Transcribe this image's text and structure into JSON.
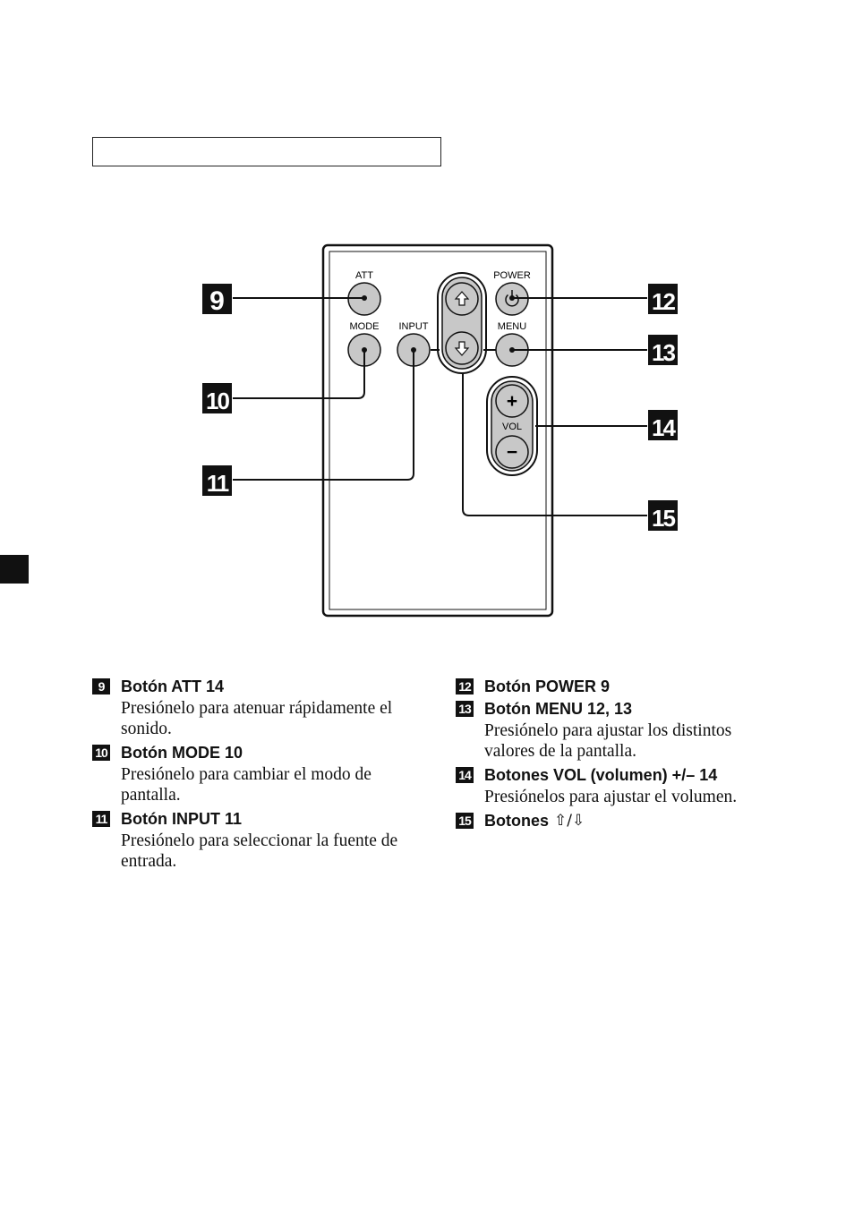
{
  "top_box": {
    "text": ""
  },
  "remote": {
    "labels": {
      "att": "ATT",
      "mode": "MODE",
      "input": "INPUT",
      "power": "POWER",
      "menu": "MENU",
      "vol": "VOL",
      "vol_plus": "+",
      "vol_minus": "−"
    }
  },
  "callouts": {
    "n9": "9",
    "n10": "10",
    "n11": "11",
    "n12": "12",
    "n13": "13",
    "n14": "14",
    "n15": "15"
  },
  "left_column": {
    "items": [
      {
        "num": "9",
        "title": "Botón ATT 14",
        "desc": "Presiónelo para atenuar rápidamente el sonido."
      },
      {
        "num": "10",
        "title": "Botón MODE 10",
        "desc": "Presiónelo para cambiar el modo de pantalla."
      },
      {
        "num": "11",
        "title": "Botón INPUT 11",
        "desc": "Presiónelo para seleccionar la fuente de entrada."
      }
    ]
  },
  "right_column": {
    "items": [
      {
        "num": "12",
        "title": "Botón POWER 9",
        "desc": ""
      },
      {
        "num": "13",
        "title": "Botón MENU 12, 13",
        "desc": "Presiónelo para ajustar los distintos valores de la pantalla."
      },
      {
        "num": "14",
        "title": "Botones VOL (volumen) +/– 14",
        "desc": "Presiónelos para ajustar el volumen."
      },
      {
        "num": "15",
        "title": "Botones",
        "arrows": "⇧/⇩",
        "desc": ""
      }
    ]
  }
}
